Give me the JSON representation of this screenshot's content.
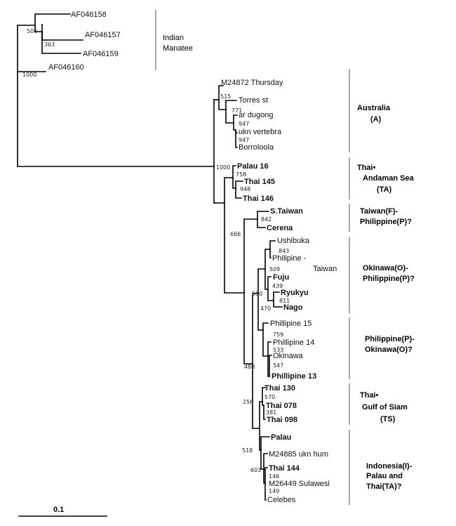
{
  "taxa": {
    "af046158": "AF046158",
    "af046157": "AF046157",
    "af046159": "AF046159",
    "af046160": "AF046160",
    "m24872": "M24872 Thursday",
    "torres": "Torres st",
    "ar_dugong": "ar dugong",
    "ukn_vertebra": "ukn vertebra",
    "borroloola": "Borroloola",
    "palau16": "Palau 16",
    "thai145": "Thai 145",
    "thai146": "Thai 146",
    "s_taiwan": "S.Taiwan",
    "cerena": "Cerena",
    "ushibuka": "Ushibuka",
    "philipine_taiwan_1": "Philipine -",
    "philipine_taiwan_2": "Taiwan",
    "fuju": "Fuju",
    "ryukyu": "Ryukyu",
    "nago": "Nago",
    "phillipine15": "Phillipine 15",
    "phillipine14": "Phillipine 14",
    "okinawa": "Okinawa",
    "phillipine13": "Phillipine 13",
    "thai130": "Thai 130",
    "thai078": "Thai 078",
    "thai098": "Thai 098",
    "palau": "Palau",
    "m24885": "M24885 ukn hum",
    "thai144": "Thai 144",
    "m26449": "M26449 Sulawesi",
    "celebes": "Celebes"
  },
  "bootstrap": {
    "b506": "506",
    "b363": "363",
    "b1000a": "1000",
    "b515": "515",
    "b771": "771",
    "b947a": "947",
    "b947b": "947",
    "b1000b": "1000",
    "b758": "758",
    "b948": "948",
    "b666": "666",
    "b842": "842",
    "b843": "843",
    "b509": "509",
    "b439": "439",
    "b811": "811",
    "b850": "850",
    "b470": "470",
    "b759": "759",
    "b533": "533",
    "b547": "547",
    "b488": "488",
    "b570": "570",
    "b381": "381",
    "b256": "256",
    "b518": "518",
    "b603": "603",
    "b146": "146",
    "b149": "149"
  },
  "groups": {
    "manatee_1": "Indian",
    "manatee_2": "Manatee",
    "australia_1": "Australia",
    "australia_2": "(A)",
    "andaman_1": "Thai•",
    "andaman_2": "Andaman Sea",
    "andaman_3": "(TA)",
    "taiwan_1": "Taiwan(F)-",
    "taiwan_2": "Philippine(P)?",
    "okinawa_1": "Okinawa(O)-",
    "okinawa_2": "Philippine(P)?",
    "philippine_1": "Philippine(P)-",
    "philippine_2": "Okinawa(O)?",
    "siam_1": "Thai•",
    "siam_2": "Gulf of Siam",
    "siam_3": "(TS)",
    "indonesia_1": "Indonesia(I)-",
    "indonesia_2": "Palau and",
    "indonesia_3": "Thai(TA)?"
  },
  "scale": {
    "label": "0.1"
  }
}
